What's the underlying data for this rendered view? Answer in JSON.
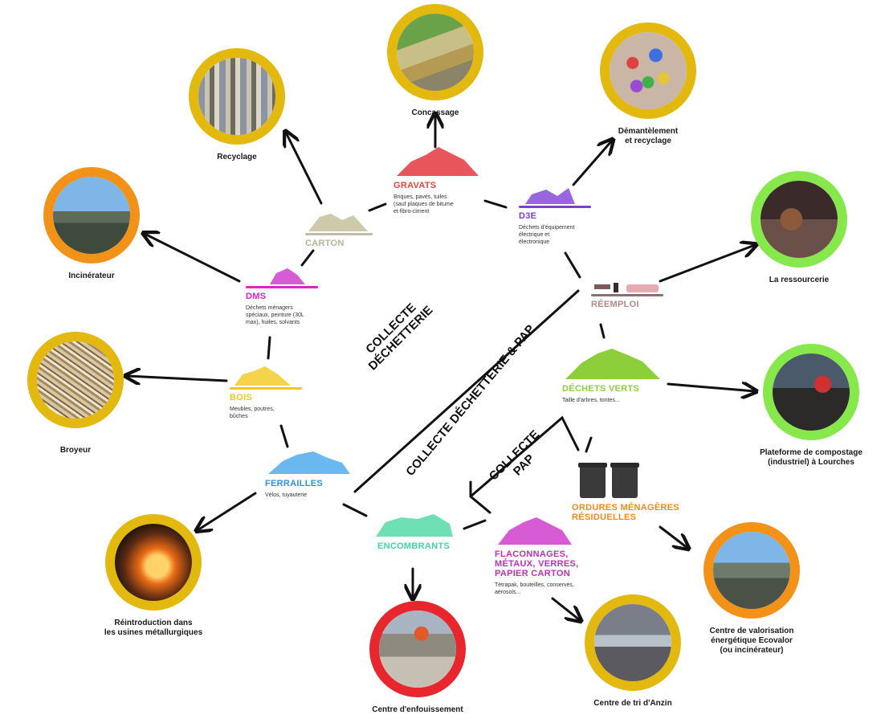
{
  "destinations": {
    "recyclage": "Recyclage",
    "concassage": "Concassage",
    "demantelement": "Démantèlement\net recyclage",
    "incinerateur": "Incinérateur",
    "ressourcerie": "La ressourcerie",
    "broyeur": "Broyeur",
    "compostage": "Plateforme de compostage\n(industriel) à Lourches",
    "metallurgie": "Réintroduction dans\nles usines métallurgiques",
    "enfouissement": "Centre d'enfouissement",
    "tri": "Centre de tri d'Anzin",
    "ecovalor": "Centre de valorisation\nénergétique Ecovalor\n(ou incinérateur)"
  },
  "sources": {
    "carton": {
      "name": "CARTON",
      "color": "#b5b39a"
    },
    "gravats": {
      "name": "GRAVATS",
      "desc": "Briques, pavés, tuiles\n(sauf plaques de bitume\net fibro-ciment",
      "color": "#e8453a"
    },
    "d3e": {
      "name": "D3E",
      "desc": "Déchets d'équipement\nélectrique et\nélectronique",
      "color": "#7b3fd6"
    },
    "dms": {
      "name": "DMS",
      "desc": "Déchets ménagers\nspéciaux, peinture (30L\nmax), huiles, solvants",
      "color": "#e321c8"
    },
    "reemploi": {
      "name": "RÉEMPLOI",
      "color": "#b08a8a"
    },
    "bois": {
      "name": "BOIS",
      "desc": "Meubles, poutres,\nbûches",
      "color": "#f3c61a"
    },
    "dechets_verts": {
      "name": "DÉCHETS VERTS",
      "desc": "Taille d'arbres, tontes...",
      "color": "#8ccf3a"
    },
    "ferrailles": {
      "name": "FERRAILLES",
      "desc": "Vélos, tuyauterie",
      "color": "#2f8fe0"
    },
    "encombrants": {
      "name": "ENCOMBRANTS",
      "color": "#3fd6a2"
    },
    "flaconnages": {
      "name": "FLACONNAGES,\nMÉTAUX, VERRES,\nPAPIER CARTON",
      "desc": "Tétrapak, bouteilles, conserves,\naérosols...",
      "color": "#c02fb6"
    },
    "om": {
      "name": "ORDURES MÉNAGÈRES\nRÉSIDUELLES",
      "color": "#f08a1c"
    }
  },
  "zones": {
    "collecte_dechetterie": "COLLECTE\nDÉCHETTERIE",
    "collecte_dechetterie_pap": "COLLECTE DÉCHETTERIE & PAP",
    "collecte_pap": "COLLECTE\nPAP"
  }
}
